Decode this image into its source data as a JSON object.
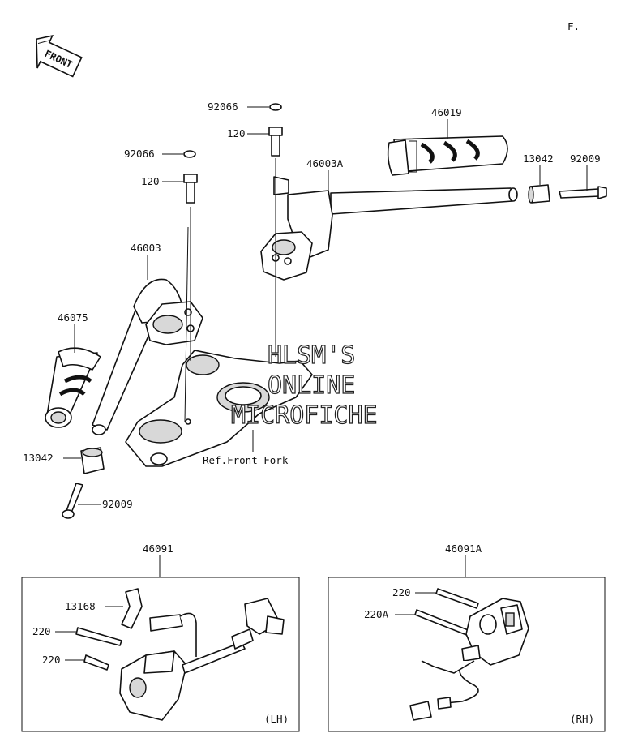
{
  "corner_mark": "F.",
  "front_badge": "FRONT",
  "ref_label": "Ref.Front Fork",
  "watermark": [
    "HLSM'S",
    "ONLINE",
    "MICROFICHE"
  ],
  "parts": {
    "p92066_right": "92066",
    "p120_right": "120",
    "p92066_left": "92066",
    "p120_left": "120",
    "p46003A": "46003A",
    "p46019": "46019",
    "p13042_right": "13042",
    "p92009_right": "92009",
    "p46003": "46003",
    "p46075": "46075",
    "p13042_left": "13042",
    "p92009_left": "92009",
    "p46091": "46091",
    "p46091A": "46091A",
    "p13168": "13168",
    "p220_a": "220",
    "p220_b": "220",
    "p220_c": "220",
    "p220A": "220A"
  },
  "panels": {
    "left_side": "(LH)",
    "right_side": "(RH)"
  }
}
